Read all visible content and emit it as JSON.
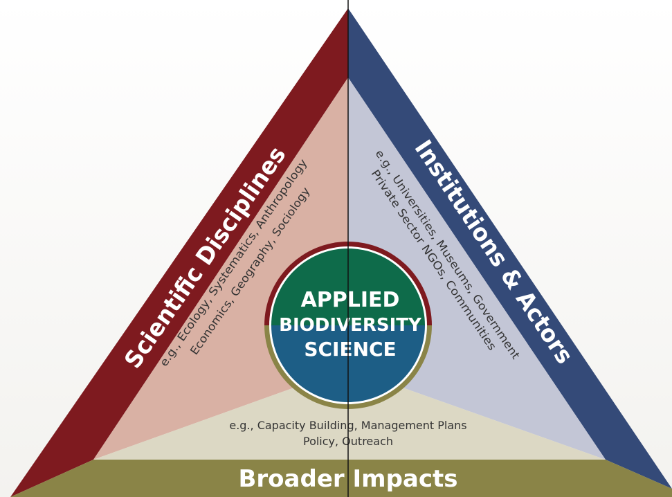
{
  "center": {
    "line1": "APPLIED",
    "line2": "BIODIVERSITY",
    "line3": "SCIENCE"
  },
  "left_side": {
    "title": "Scientific Disciplines",
    "example_line1": "e.g., Ecology, Systematics, Anthropology",
    "example_line2": "Economics, Geography, Sociology"
  },
  "right_side": {
    "title": "Institutions & Actors",
    "example_line1": "e.g., Universities, Museums, Government",
    "example_line2": "Private Sector NGOs, Communities"
  },
  "bottom_side": {
    "title": "Broader Impacts",
    "example_line1": "e.g., Capacity Building, Management Plans",
    "example_line2": "Policy, Outreach"
  },
  "colors": {
    "left_dark": "#7e1a1f",
    "left_light": "#d9b1a4",
    "right_dark": "#344a78",
    "right_light": "#c3c6d6",
    "bottom_dark": "#8a8447",
    "bottom_light": "#dcd8c4",
    "center_green": "#0e6b4a",
    "center_blue": "#1d5e86"
  }
}
